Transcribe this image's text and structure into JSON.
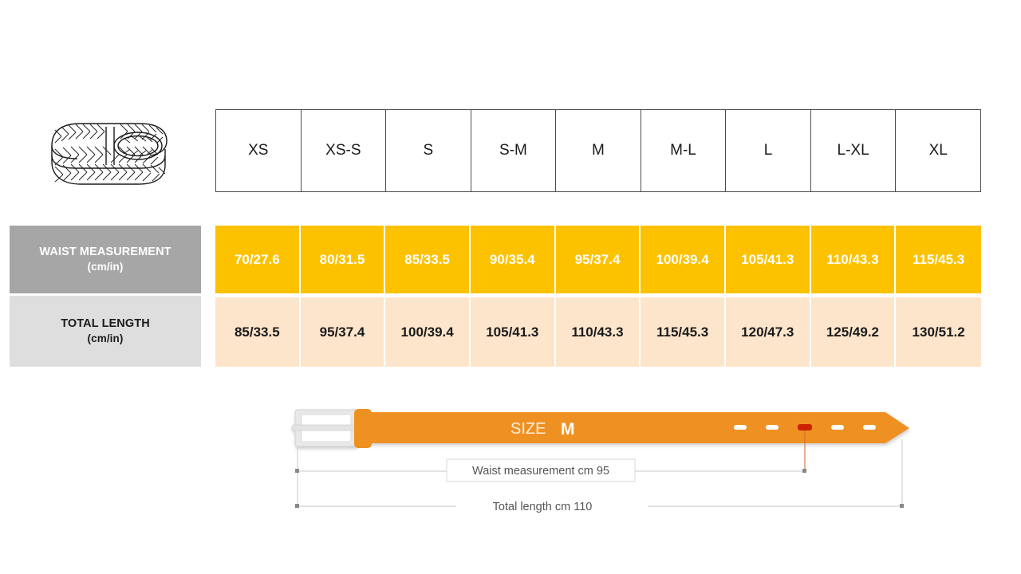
{
  "product": {
    "icon_name": "braided-belt-illustration",
    "alt": "braided belt coiled with buckle"
  },
  "size_table": {
    "sizes": [
      "XS",
      "XS-S",
      "S",
      "S-M",
      "M",
      "M-L",
      "L",
      "L-XL",
      "XL"
    ],
    "rows": [
      {
        "key": "waist",
        "label": "WAIST MEASUREMENT",
        "unit": "(cm/in)",
        "values": [
          "70/27.6",
          "80/31.5",
          "85/33.5",
          "90/35.4",
          "95/37.4",
          "100/39.4",
          "105/41.3",
          "110/43.3",
          "115/45.3"
        ]
      },
      {
        "key": "total_length",
        "label": "TOTAL LENGTH",
        "unit": "(cm/in)",
        "values": [
          "85/33.5",
          "95/37.4",
          "100/39.4",
          "105/41.3",
          "110/43.3",
          "115/45.3",
          "120/47.3",
          "125/49.2",
          "130/51.2"
        ]
      }
    ]
  },
  "diagram": {
    "size_prefix": "SIZE",
    "size_value": "M",
    "waist_dimension": "Waist measurement cm 95",
    "total_dimension": "Total length cm 110",
    "holes": 5,
    "highlighted_hole_index": 2
  },
  "colors": {
    "amber": "#fcc200",
    "peach": "#fce5cb",
    "gray_label": "#a6a6a6",
    "light_gray_label": "#dedede",
    "belt_orange": "#ef9120",
    "buckle_silver": "#e0e0e0",
    "hole_highlight": "#cc2200",
    "border_dark": "#4d4d4d"
  }
}
